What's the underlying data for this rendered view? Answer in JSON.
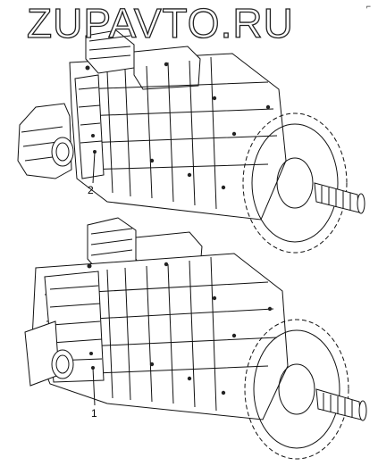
{
  "watermark": {
    "text": "ZUPAVTO.RU"
  },
  "corner_mark": "⌐",
  "callouts": [
    {
      "label": "2"
    },
    {
      "label": "1"
    }
  ]
}
